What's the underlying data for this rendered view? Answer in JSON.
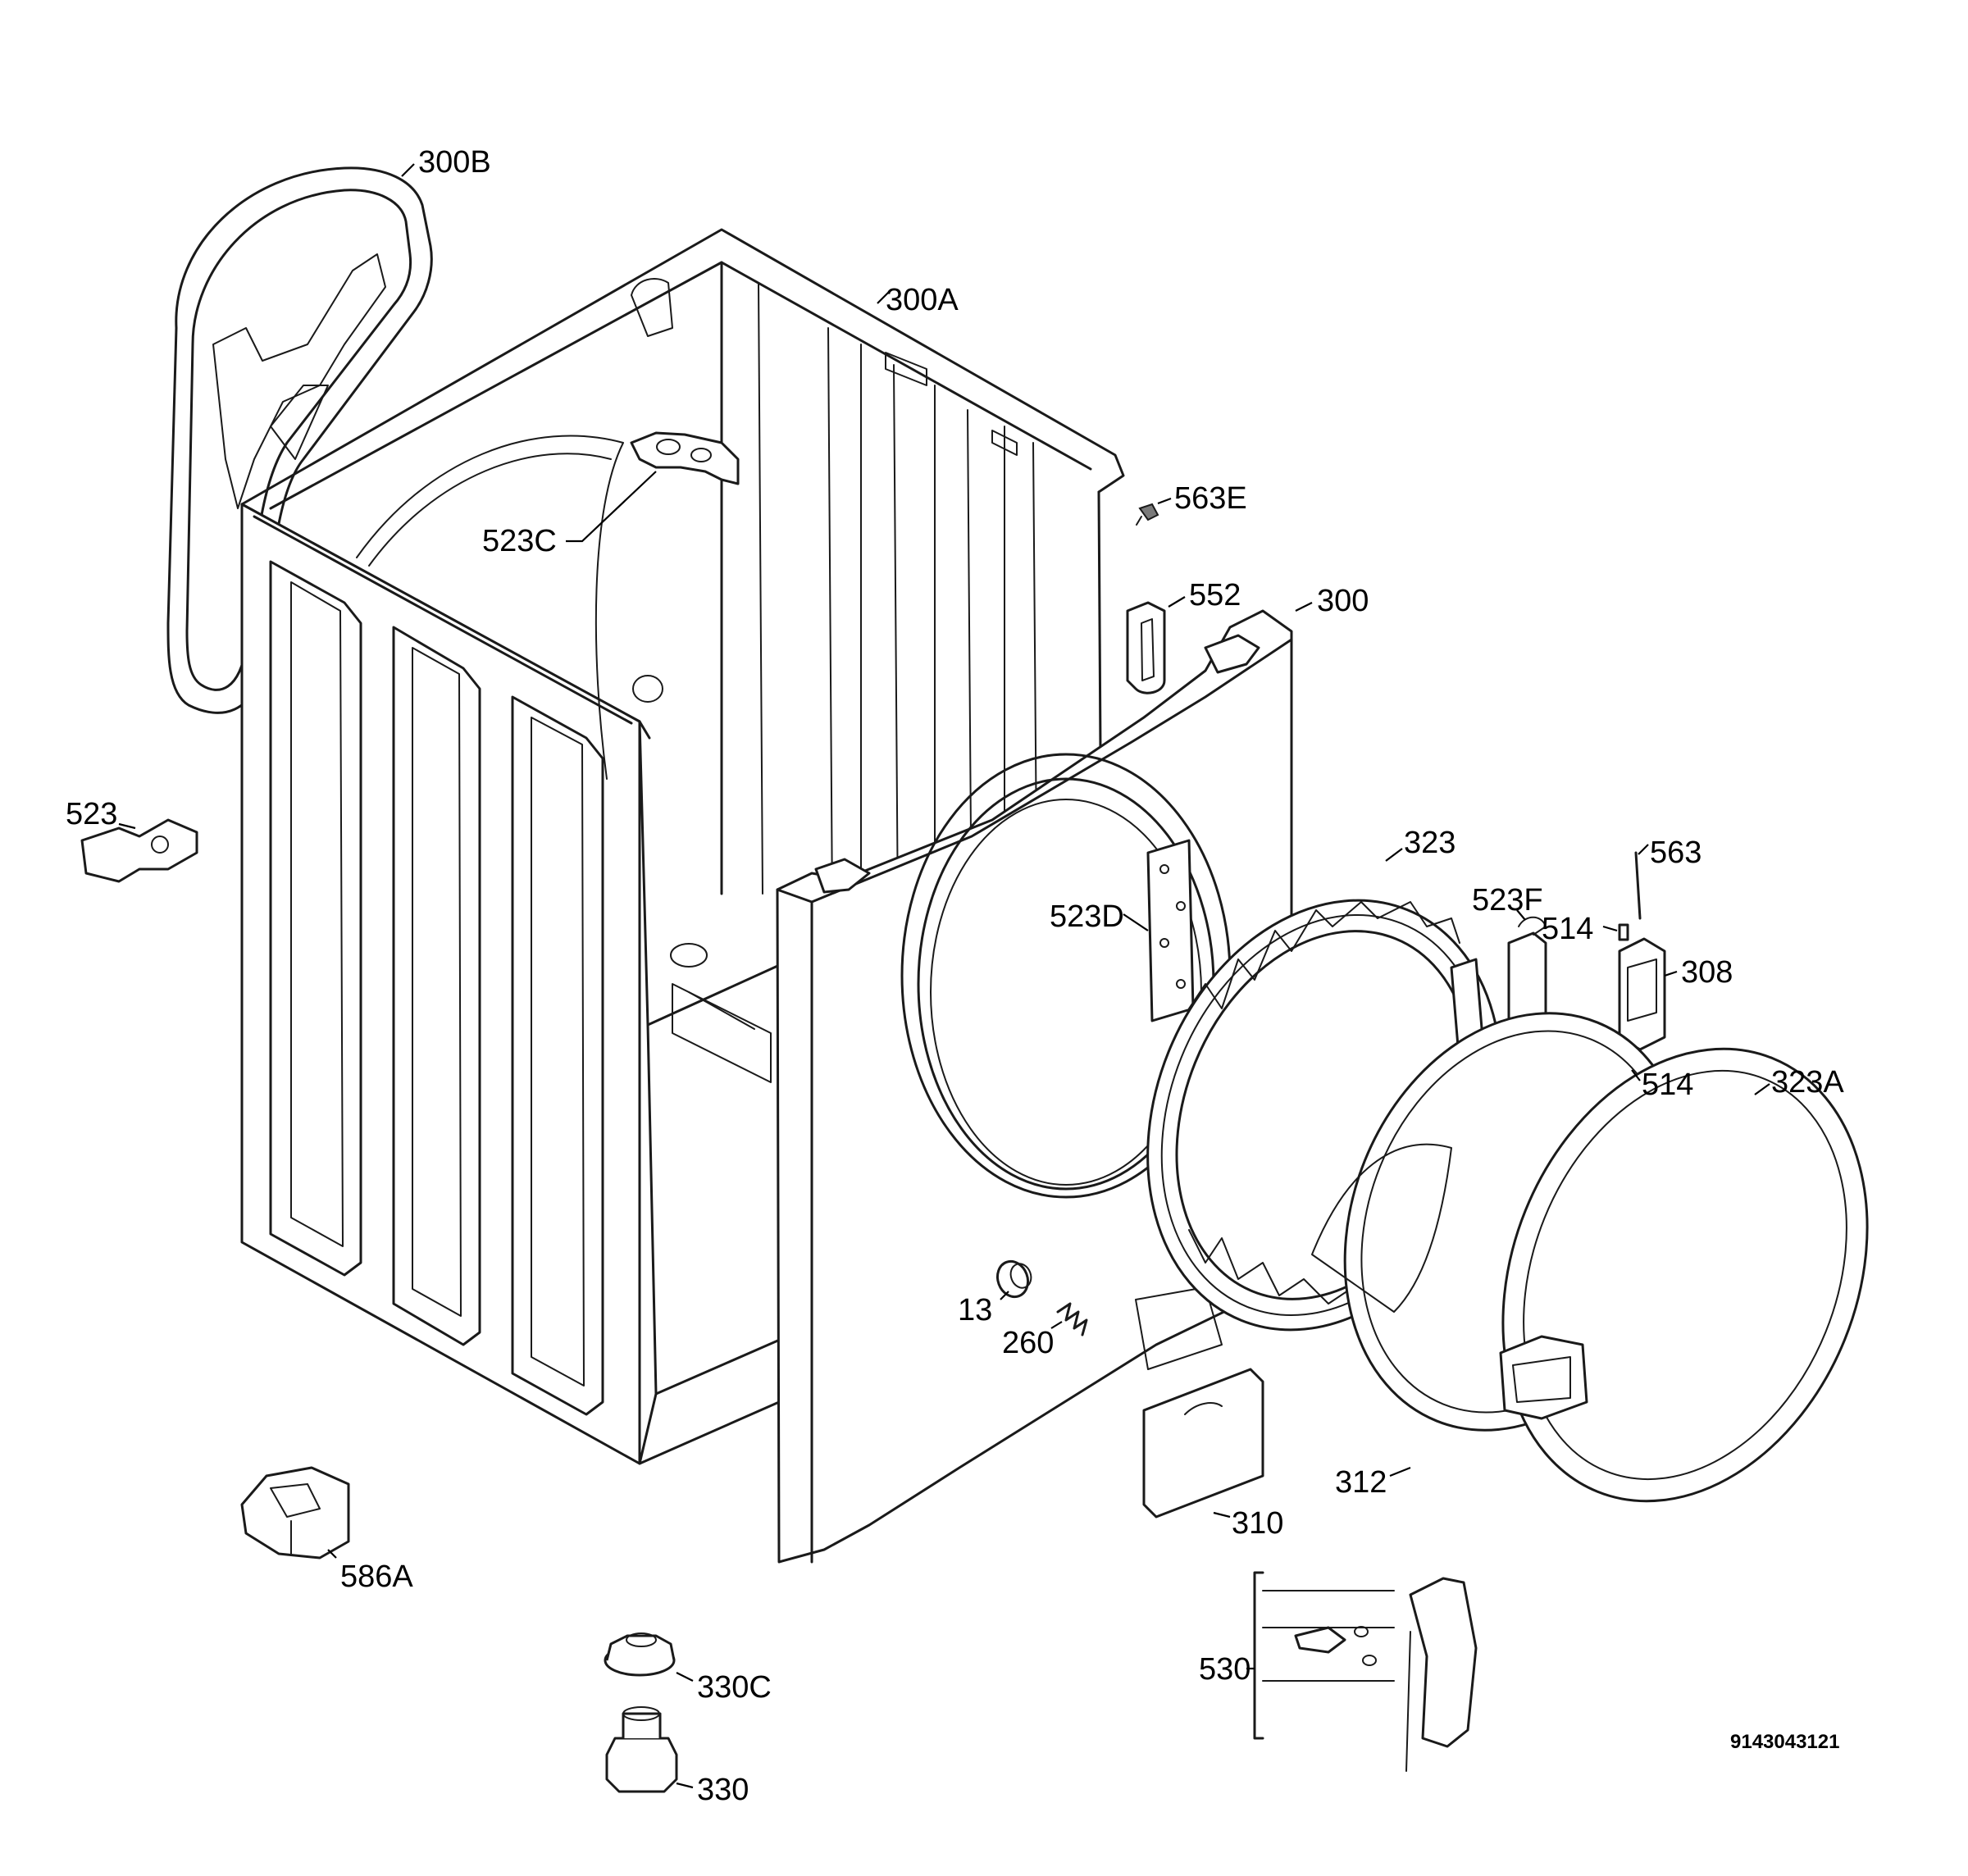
{
  "diagram_id": "9143043121",
  "parts": [
    {
      "id": "300B",
      "label": "300B"
    },
    {
      "id": "300A",
      "label": "300A"
    },
    {
      "id": "563E",
      "label": "563E"
    },
    {
      "id": "523C",
      "label": "523C"
    },
    {
      "id": "552",
      "label": "552"
    },
    {
      "id": "300",
      "label": "300"
    },
    {
      "id": "523",
      "label": "523"
    },
    {
      "id": "323",
      "label": "323"
    },
    {
      "id": "563",
      "label": "563"
    },
    {
      "id": "523F",
      "label": "523F"
    },
    {
      "id": "514a",
      "label": "514"
    },
    {
      "id": "523D",
      "label": "523D"
    },
    {
      "id": "308",
      "label": "308"
    },
    {
      "id": "514b",
      "label": "514"
    },
    {
      "id": "323A",
      "label": "323A"
    },
    {
      "id": "13",
      "label": "13"
    },
    {
      "id": "260",
      "label": "260"
    },
    {
      "id": "312",
      "label": "312"
    },
    {
      "id": "310",
      "label": "310"
    },
    {
      "id": "586A",
      "label": "586A"
    },
    {
      "id": "330C",
      "label": "330C"
    },
    {
      "id": "530",
      "label": "530"
    },
    {
      "id": "330",
      "label": "330"
    }
  ]
}
